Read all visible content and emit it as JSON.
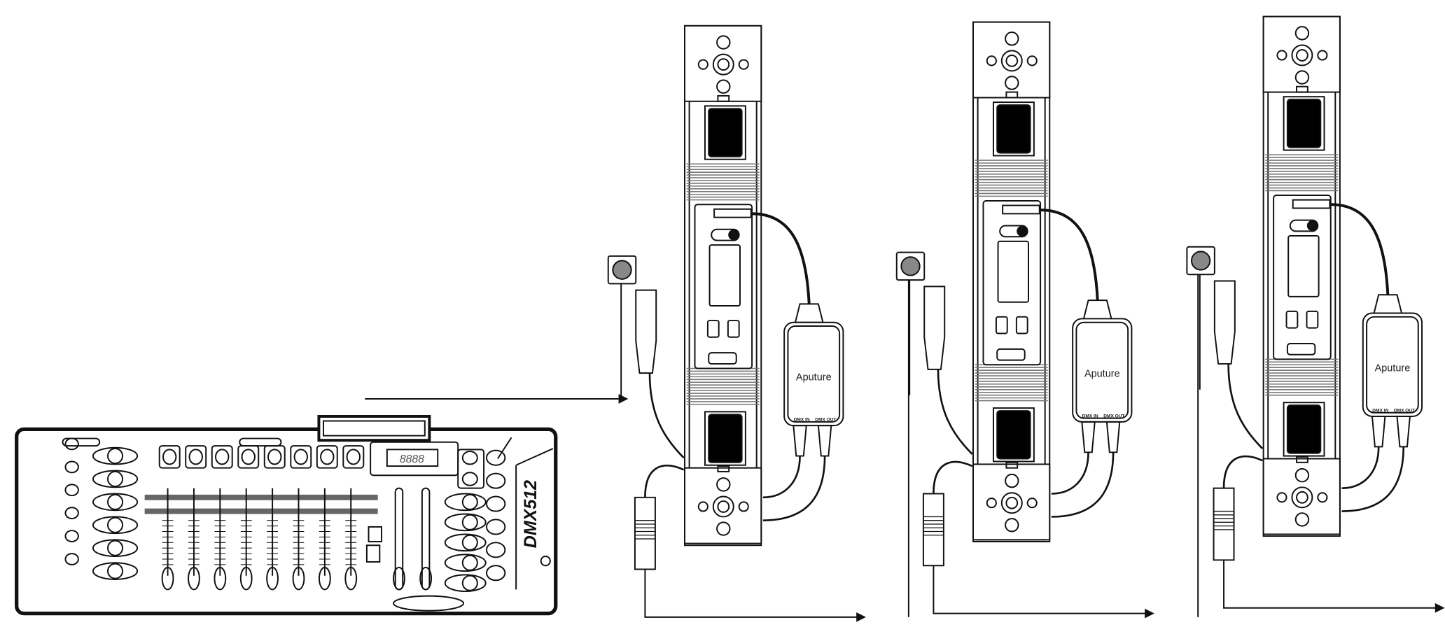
{
  "console": {
    "display_text": "8888",
    "model_label": "DMX512"
  },
  "fixtures": [
    {
      "brand": "Aputure",
      "port_in": "DMX IN",
      "port_out": "DMX OUT"
    },
    {
      "brand": "Aputure",
      "port_in": "DMX IN",
      "port_out": "DMX OUT"
    },
    {
      "brand": "Aputure",
      "port_in": "DMX IN",
      "port_out": "DMX OUT"
    }
  ],
  "colors": {
    "line": "#111111",
    "background": "#ffffff",
    "panel_fill": "#000000"
  }
}
